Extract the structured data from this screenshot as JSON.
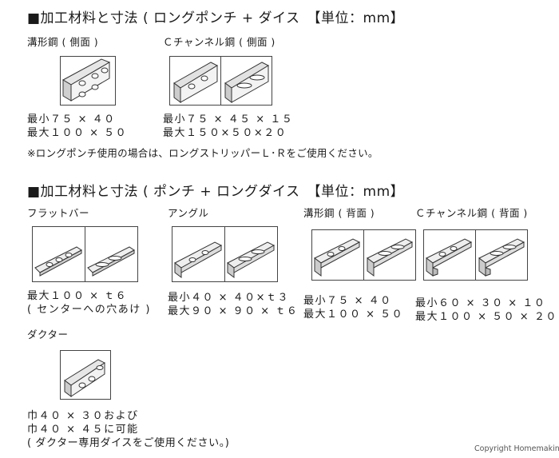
{
  "section1": {
    "title": "■加工材料と寸法 ( ロングポンチ + ダイス　【単位：mm】",
    "items": [
      {
        "label": "溝形鋼 ( 側面 )",
        "line1": "最小７５ × ４０",
        "line2": "最大１００ × ５０"
      },
      {
        "label": "Ｃチャンネル鋼 ( 側面 )",
        "line1": "最小７５ × ４５ × １５",
        "line2": "最大１５０×５０×２０"
      }
    ],
    "note": "※ロングポンチ使用の場合は、ロングストリッパーＬ･Ｒをご使用ください。"
  },
  "section2": {
    "title": "■加工材料と寸法 ( ポンチ + ロングダイス　【単位：mm】",
    "items": [
      {
        "label": "フラットバー",
        "line1": "最大１００ × ｔ６",
        "line2": "( センターへの穴あけ )"
      },
      {
        "label": "アングル",
        "line1": "最小４０ × ４０×ｔ３",
        "line2": "最大９０ × ９０ × ｔ６"
      },
      {
        "label": "溝形鋼 ( 背面 )",
        "line1": "最小７５ × ４０",
        "line2": "最大１００ × ５０"
      },
      {
        "label": "Ｃチャンネル鋼 ( 背面 )",
        "line1": "最小６０ × ３０ × １０",
        "line2": "最大１００ × ５０ × ２０"
      }
    ],
    "duct": {
      "label": "ダクター",
      "line1": "巾４０ × ３０および",
      "line2": "巾４０ × ４５に可能",
      "line3": "( ダクター専用ダイスをご使用ください。)"
    }
  },
  "copyright": "Copyright Homemaking"
}
